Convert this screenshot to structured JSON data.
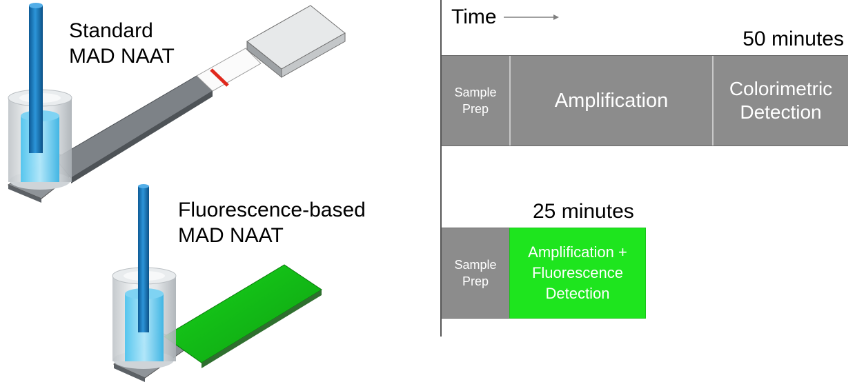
{
  "illustration": {
    "standard_label": [
      "Standard",
      "MAD NAAT"
    ],
    "fluorescence_label": [
      "Fluorescence-based",
      "MAD NAAT"
    ]
  },
  "timeline": {
    "time_label": "Time",
    "standard": {
      "duration": "50 minutes",
      "steps": [
        {
          "text": "Sample\nPrep"
        },
        {
          "text": "Amplification"
        },
        {
          "text": "Colorimetric\nDetection"
        }
      ]
    },
    "fluorescence": {
      "duration": "25 minutes",
      "steps": [
        {
          "text": "Sample\nPrep"
        },
        {
          "text": "Amplification +\nFluorescence\nDetection"
        }
      ]
    }
  },
  "colors": {
    "block_gray": "#8c8c8c",
    "fluorescence_green": "#1ee51e",
    "strip_red_line": "#e0281c",
    "tube_blue": "#1f7fc4"
  }
}
